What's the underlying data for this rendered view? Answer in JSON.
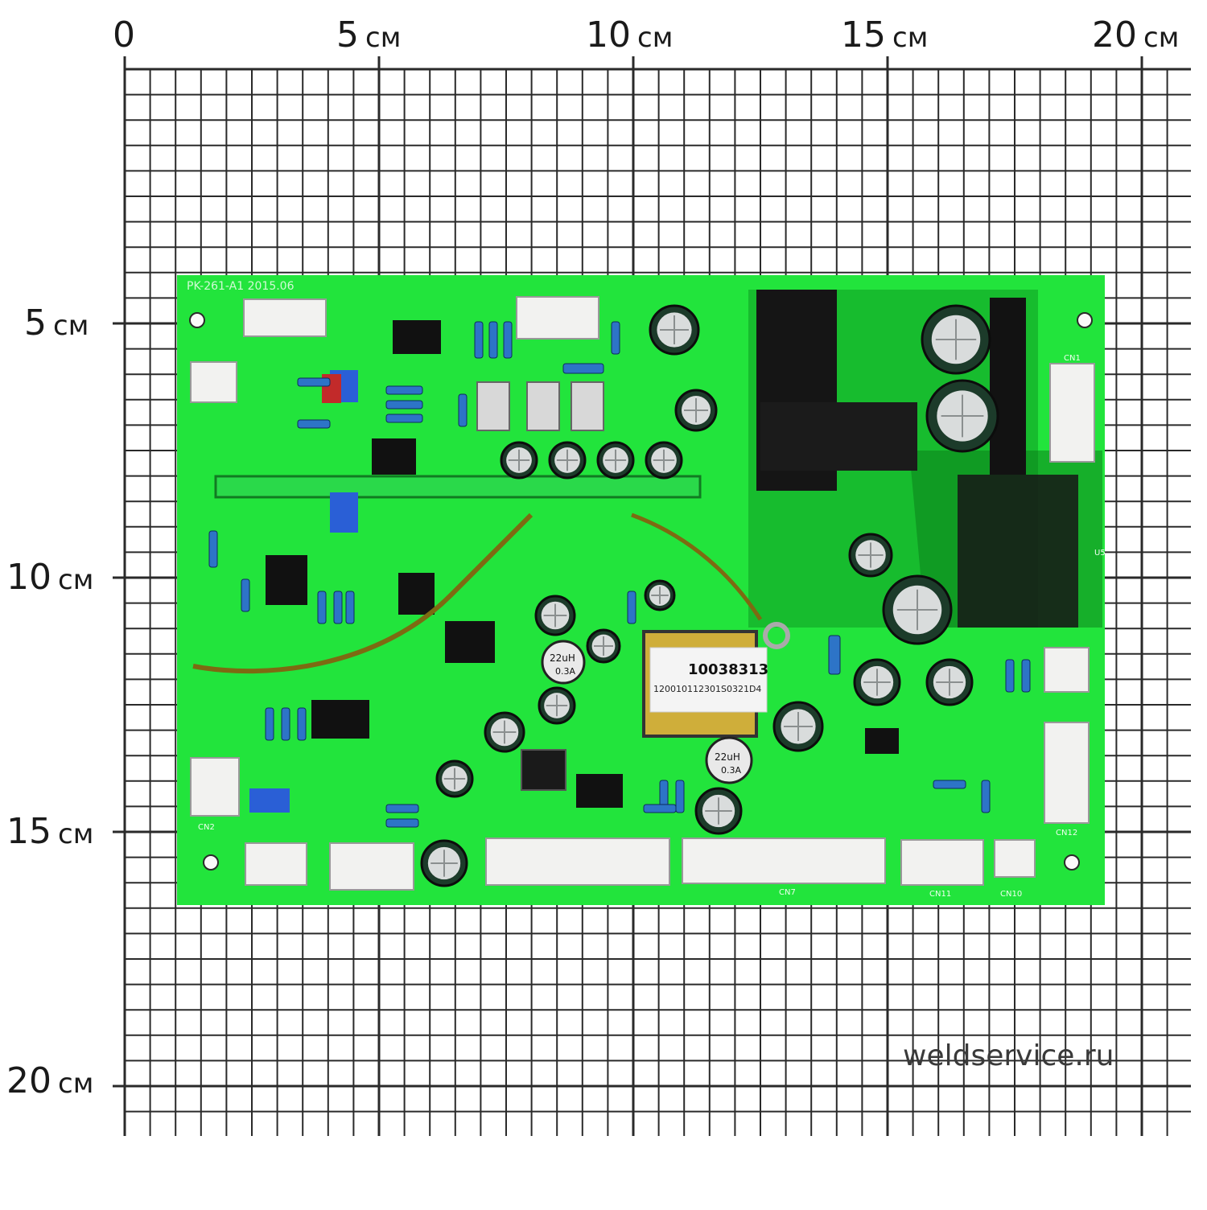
{
  "ruler": {
    "top": [
      {
        "num": "0",
        "unit": ""
      },
      {
        "num": "5",
        "unit": "см"
      },
      {
        "num": "10",
        "unit": "см"
      },
      {
        "num": "15",
        "unit": "см"
      },
      {
        "num": "20",
        "unit": "см"
      }
    ],
    "left": [
      {
        "num": "5",
        "unit": "см"
      },
      {
        "num": "10",
        "unit": "см"
      },
      {
        "num": "15",
        "unit": "см"
      },
      {
        "num": "20",
        "unit": "см"
      }
    ]
  },
  "board": {
    "silkscreen_top": "PK-261-A1 2015.06",
    "sticker_number": "10038313",
    "sticker_code": "120010112301S0321D4",
    "inductor_labels": [
      "22uH",
      "0.3A"
    ],
    "connector_labels": [
      "CN2",
      "CN7",
      "CN10",
      "CN11",
      "CN12",
      "CN1",
      "U5"
    ],
    "colors": {
      "pcb": "#1fe63a",
      "pcb_dark": "#0a8a1c",
      "trace": "#0e6f18"
    }
  },
  "watermark": "weldservice.ru"
}
